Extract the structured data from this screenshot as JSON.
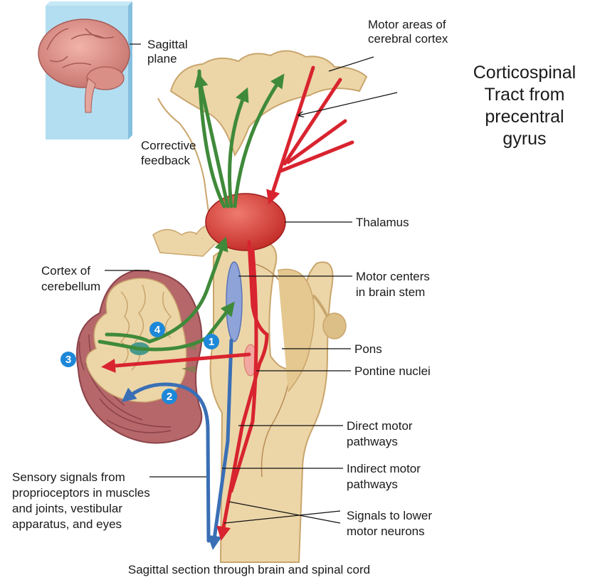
{
  "labels": {
    "sagittal_plane": [
      "Sagittal",
      "plane"
    ],
    "motor_areas": [
      "Motor areas of",
      "cerebral cortex"
    ],
    "corticospinal": [
      "Corticospinal",
      "Tract from",
      "precentral",
      "gyrus"
    ],
    "corrective_feedback": [
      "Corrective",
      "feedback"
    ],
    "thalamus": "Thalamus",
    "cortex_cerebellum": [
      "Cortex of",
      "cerebellum"
    ],
    "motor_centers": [
      "Motor centers",
      "in brain stem"
    ],
    "pons": "Pons",
    "pontine_nuclei": "Pontine nuclei",
    "direct_motor": [
      "Direct motor",
      "pathways"
    ],
    "indirect_motor": [
      "Indirect motor",
      "pathways"
    ],
    "sensory_signals": [
      "Sensory signals from",
      "proprioceptors in muscles",
      "and joints, vestibular",
      "apparatus, and eyes"
    ],
    "lower_motor": [
      "Signals to lower",
      "motor neurons"
    ],
    "caption": "Sagittal section through brain and spinal cord"
  },
  "steps": [
    "1",
    "2",
    "3",
    "4"
  ],
  "colors": {
    "motor_red": "#d8242f",
    "feedback_green": "#3f8a3a",
    "sensory_blue": "#3a6fb5",
    "step_badge": "#1e88d8",
    "tissue": "#ecd6a8",
    "tissue_edge": "#c9a56c",
    "cerebellum_folia": "#b5676a",
    "thalamus": "#d8433a",
    "motor_center": "#8ea3d8",
    "pontine": "#f0a8a0",
    "inset_plane": "#a6d8ef"
  },
  "icons": {
    "inset": "brain-sagittal-icon"
  }
}
